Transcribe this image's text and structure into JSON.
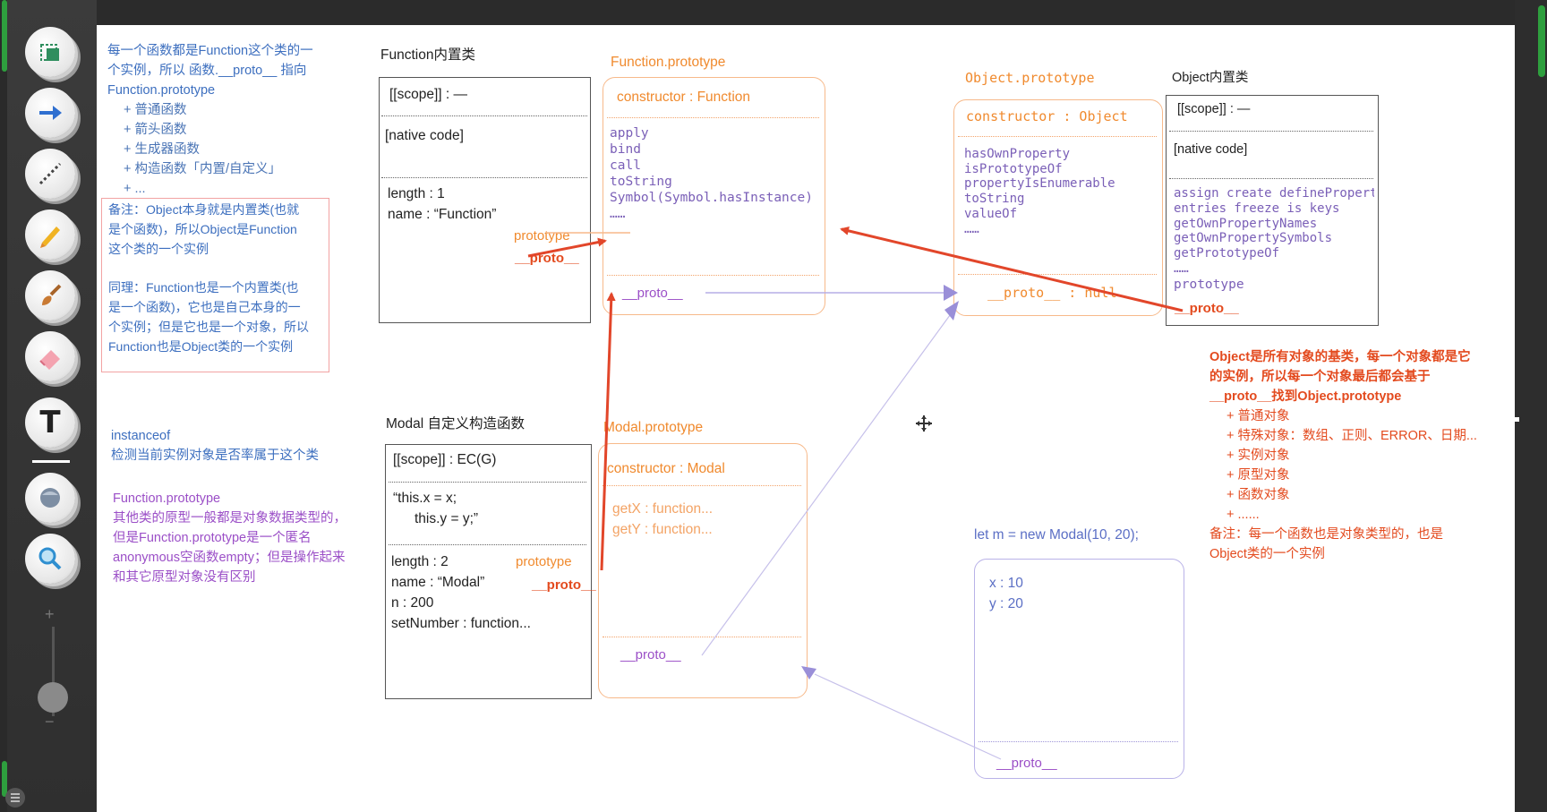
{
  "colors": {
    "green": "#2e9f3e",
    "blue": "#3d6fbf",
    "purple": "#9b4fc7",
    "orange": "#f08a2e",
    "red": "#e34a1e",
    "lavender": "#b9b2e8"
  },
  "toolbar": {
    "tools": [
      {
        "icon": "new-page-icon"
      },
      {
        "icon": "arrow-icon"
      },
      {
        "icon": "dashed-line-icon"
      },
      {
        "icon": "pencil-icon"
      },
      {
        "icon": "brush-icon"
      },
      {
        "icon": "eraser-icon"
      },
      {
        "icon": "text-tool-icon",
        "glyph": "T"
      },
      {
        "icon": "fill-bucket-icon"
      },
      {
        "icon": "magnifier-icon"
      }
    ],
    "zoom_plus": "+",
    "zoom_minus": "−"
  },
  "notes": {
    "function_instances": {
      "lines": [
        "每一个函数都是Function这个类的一",
        "个实例，所以 函数.__proto__ 指向",
        "Function.prototype"
      ],
      "items": [
        "+ 普通函数",
        "+ 箭头函数",
        "+ 生成器函数",
        "+ 构造函数「内置/自定义」",
        "+ ..."
      ]
    },
    "remark": [
      "备注：Object本身就是内置类(也就",
      "是个函数)，所以Object是Function",
      "这个类的一个实例",
      "",
      "同理：Function也是一个内置类(也",
      "是一个函数)，它也是自己本身的一",
      "个实例；但是它也是一个对象，所以",
      "Function也是Object类的一个实例"
    ],
    "instanceof": [
      "instanceof",
      "检测当前实例对象是否率属于这个类"
    ],
    "function_prototype_note": [
      "Function.prototype",
      "其他类的原型一般都是对象数据类型的，",
      "但是Function.prototype是一个匿名",
      "anonymous空函数empty；但是操作起来",
      "和其它原型对象没有区别"
    ],
    "object_base": {
      "lines": [
        "Object是所有对象的基类，每一个对象都是它",
        "的实例，所以每一个对象最后都会基于",
        "__proto__找到Object.prototype"
      ],
      "items": [
        "+ 普通对象",
        "+ 特殊对象：数组、正则、ERROR、日期...",
        "+ 实例对象",
        "+ 原型对象",
        "+ 函数对象",
        "+ ......"
      ],
      "remark": [
        "备注：每一个函数也是对象类型的，也是",
        "Object类的一个实例"
      ]
    }
  },
  "function_builtin": {
    "title": "Function内置类",
    "scope": "[[scope]] : —",
    "code": "[native code]",
    "length": "length : 1",
    "name": "name : “Function”",
    "prototype": "prototype",
    "proto": "__proto__"
  },
  "function_prototype": {
    "title": "Function.prototype",
    "constructor": "constructor : Function",
    "methods": [
      "apply",
      "bind",
      "call",
      "toString",
      "Symbol(Symbol.hasInstance)",
      "……"
    ],
    "proto": "__proto__"
  },
  "object_prototype": {
    "title": "Object.prototype",
    "constructor": "constructor : Object",
    "methods": [
      "hasOwnProperty",
      "isPrototypeOf",
      "propertyIsEnumerable",
      "toString",
      "valueOf",
      "……"
    ],
    "proto": "__proto__ : null"
  },
  "object_builtin": {
    "title": "Object内置类",
    "scope": "[[scope]] : —",
    "code": "[native code]",
    "methods": [
      "assign create defineProperty",
      "entries freeze  is keys",
      "getOwnPropertyNames",
      "getOwnPropertySymbols",
      "getPrototypeOf",
      "……"
    ],
    "prototype": "prototype",
    "proto": "__proto__"
  },
  "modal_constructor": {
    "title": "Modal 自定义构造函数",
    "scope": "[[scope]] : EC(G)",
    "code1": "“this.x = x;",
    "code2": "this.y = y;”",
    "length": "length : 2",
    "name": "name : “Modal”",
    "n": "n : 200",
    "setNumber": "setNumber : function...",
    "prototype": "prototype",
    "proto": "__proto__"
  },
  "modal_prototype": {
    "title": "Modal.prototype",
    "constructor": "constructor : Modal",
    "methods": [
      "getX : function...",
      "getY : function..."
    ],
    "proto": "__proto__"
  },
  "instance": {
    "code": "let m = new Modal(10, 20);",
    "x": "x : 10",
    "y": "y : 20",
    "proto": "__proto__"
  }
}
